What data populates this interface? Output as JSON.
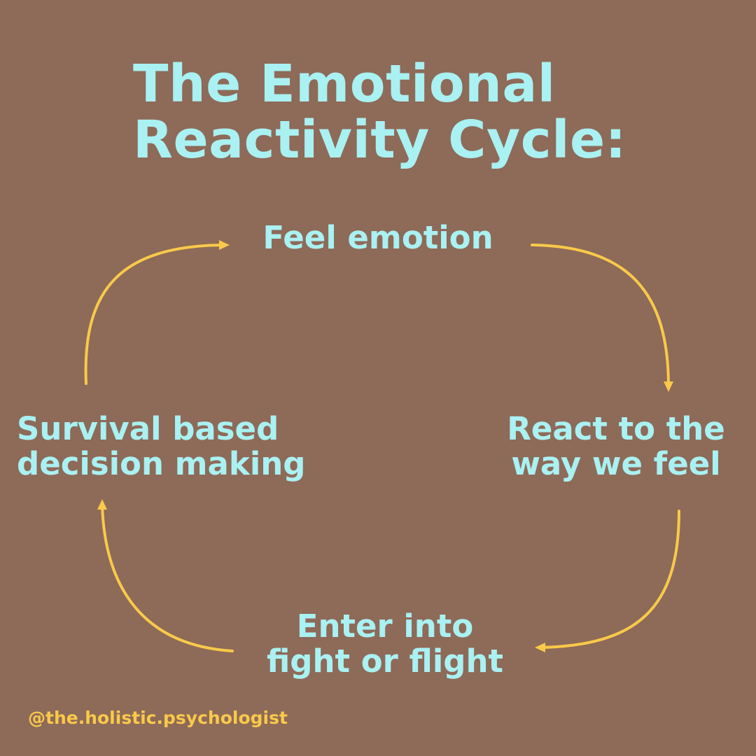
{
  "title": {
    "line1": "The Emotional",
    "line2": "Reactivity Cycle:"
  },
  "cycle": {
    "steps": [
      {
        "lines": [
          "Feel emotion"
        ]
      },
      {
        "lines": [
          "React to the",
          "way we feel"
        ]
      },
      {
        "lines": [
          "Enter into",
          "fight or flight"
        ]
      },
      {
        "lines": [
          "Survival based",
          "decision making"
        ]
      }
    ]
  },
  "handle": "@the.holistic.psychologist",
  "colors": {
    "background": "#8e6a58",
    "text": "#a9f1f2",
    "arrow": "#f9c94a",
    "handle": "#f9c94a"
  }
}
